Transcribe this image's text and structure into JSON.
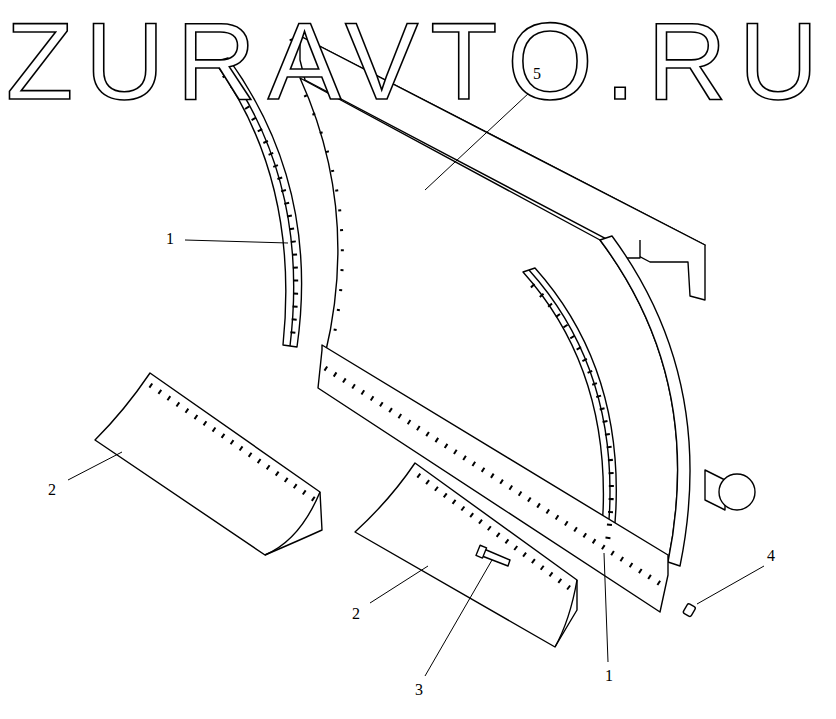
{
  "diagram": {
    "labels": [
      "ZURAVTO.RU",
      "5",
      "1",
      "2",
      "2",
      "3",
      "1",
      "4"
    ]
  }
}
